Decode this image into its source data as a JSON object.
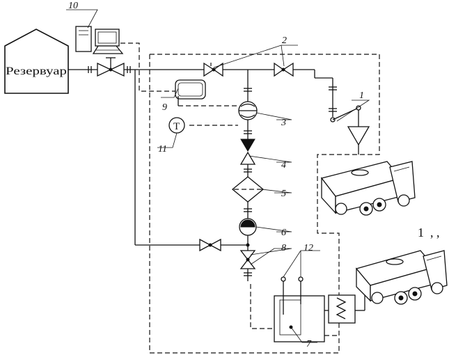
{
  "reservoir": {
    "label": "Резервуар"
  },
  "thermometer": {
    "symbol": "T"
  },
  "labels": {
    "n1": "1",
    "n2": "2",
    "n3": "3",
    "n4": "4",
    "n5": "5",
    "n6": "6",
    "n7": "7",
    "n8": "8",
    "n9": "9",
    "n10": "10",
    "n11": "11",
    "n12": "12"
  },
  "side_note": "1  , ,",
  "icons": {
    "computer": "computer-icon",
    "valve": "gate-valve-icon",
    "check_valve": "check-valve-icon",
    "flow_meter": "flow-meter-icon",
    "filter": "filter-icon",
    "pump": "pump-icon",
    "truck": "tanker-truck-icon",
    "heat_exchanger": "heat-exchanger-icon"
  }
}
